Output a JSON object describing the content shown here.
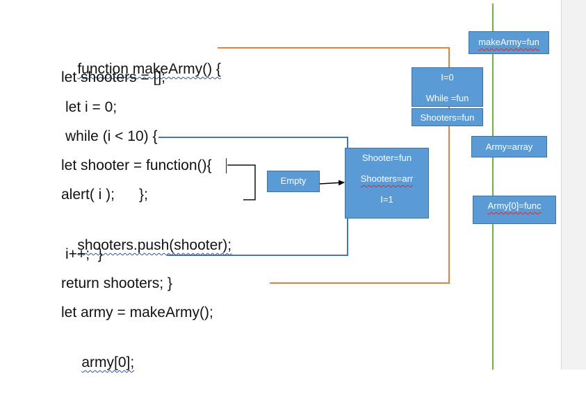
{
  "code": {
    "line1": "function makeArmy() {",
    "line2": "let shooters = [];",
    "line3": "let i = 0;",
    "line4": "while (i < 10) {",
    "line5": "let shooter = function(){",
    "line6": "alert( i );      };",
    "line7": "shooters.push(shooter);",
    "line8": "i++;  }",
    "line9": "return shooters; }",
    "line10": "let army = makeArmy();",
    "line11": "army[0];"
  },
  "boxes": {
    "make_army_fun": "makeArmy=fun",
    "i0": "I=0",
    "while_fun": "While =fun",
    "shooters_fun": "Shooters=fun",
    "army_array": "Army=array",
    "shooter_fun": "Shooter=fun",
    "shooters_arr": "Shooters=arr",
    "i1": "I=1",
    "empty": "Empty",
    "army0_func": "Army[0]=func"
  },
  "colors": {
    "box_fill": "#5b9bd5",
    "box_border": "#41719c",
    "orange_line": "#ed7d31",
    "blue_line": "#4472c4",
    "green_line": "#70ad47",
    "arrow": "#000000"
  }
}
